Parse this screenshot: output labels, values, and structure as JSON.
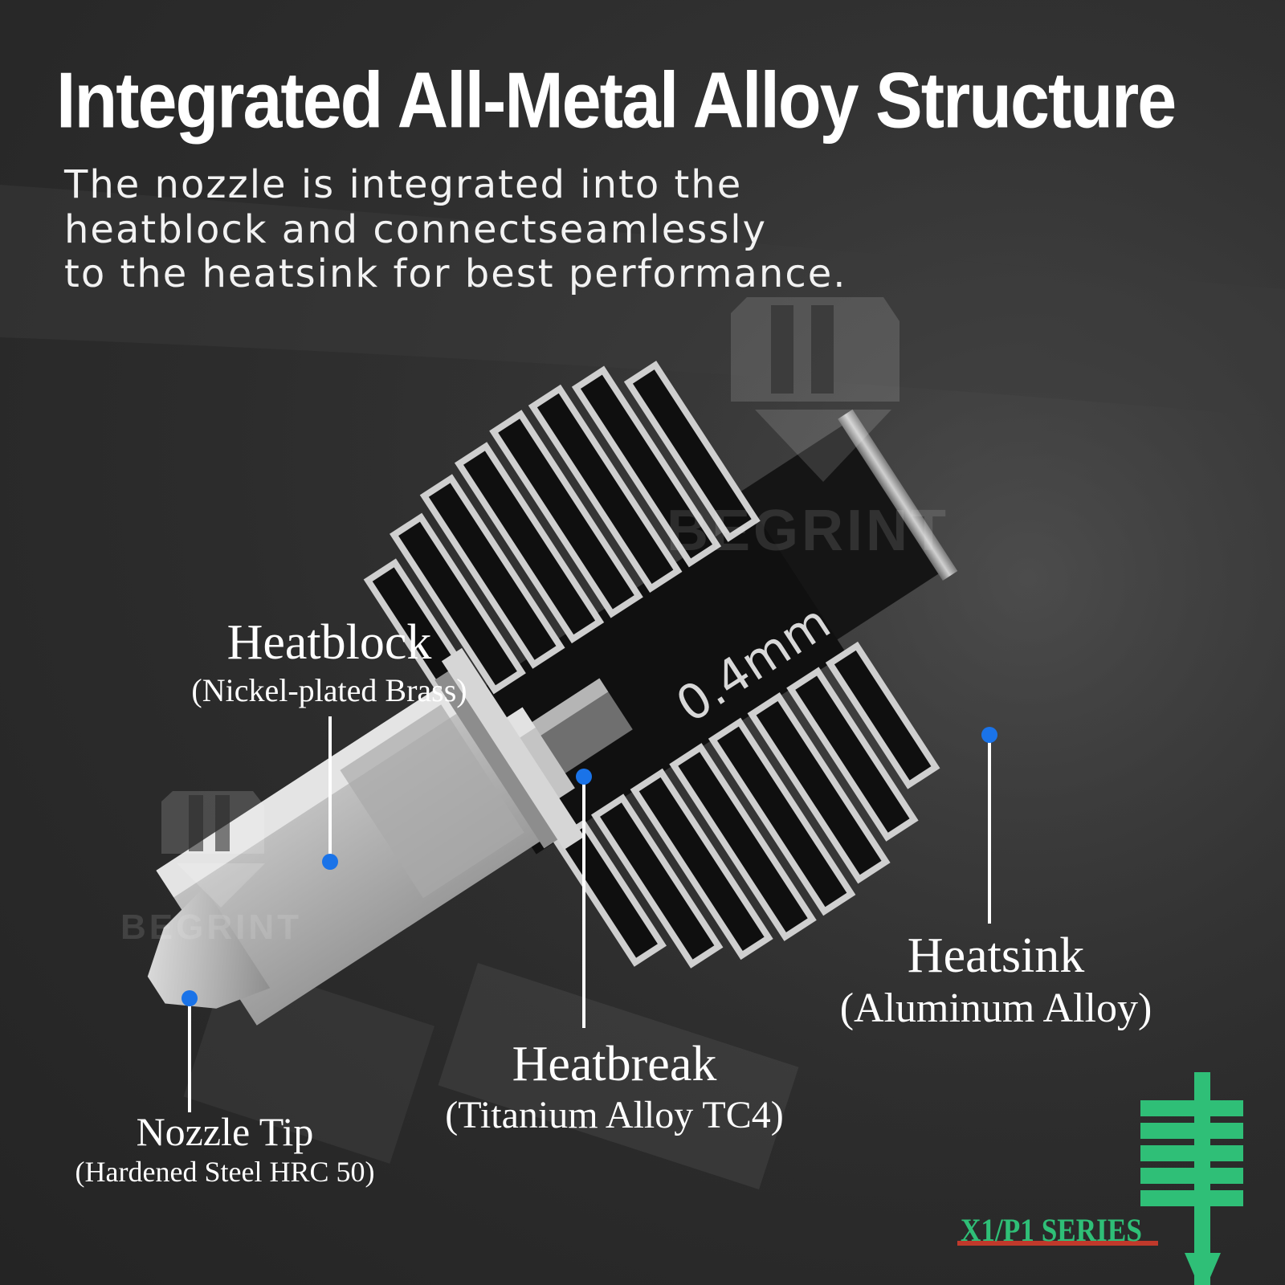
{
  "title": "Integrated All-Metal Alloy Structure",
  "subtitle_lines": [
    "The nozzle is integrated into the",
    "heatblock and connectseamlessly",
    "to the heatsink for best performance."
  ],
  "nozzle_size_mark": "0.4mm",
  "watermark_brand": "BEGRINT",
  "callouts": {
    "heatblock": {
      "name": "Heatblock",
      "material": "(Nickel-plated Brass)"
    },
    "heatbreak": {
      "name": "Heatbreak",
      "material": "(Titanium Alloy TC4)"
    },
    "heatsink": {
      "name": "Heatsink",
      "material": "(Aluminum Alloy)"
    },
    "nozzle_tip": {
      "name": "Nozzle Tip",
      "material": "(Hardened Steel HRC 50)"
    }
  },
  "series_badge": "X1/P1 SERIES",
  "colors": {
    "callout_dot": "#1a73e8",
    "series_green": "#2fbf77",
    "background": "#2b2b2b"
  }
}
